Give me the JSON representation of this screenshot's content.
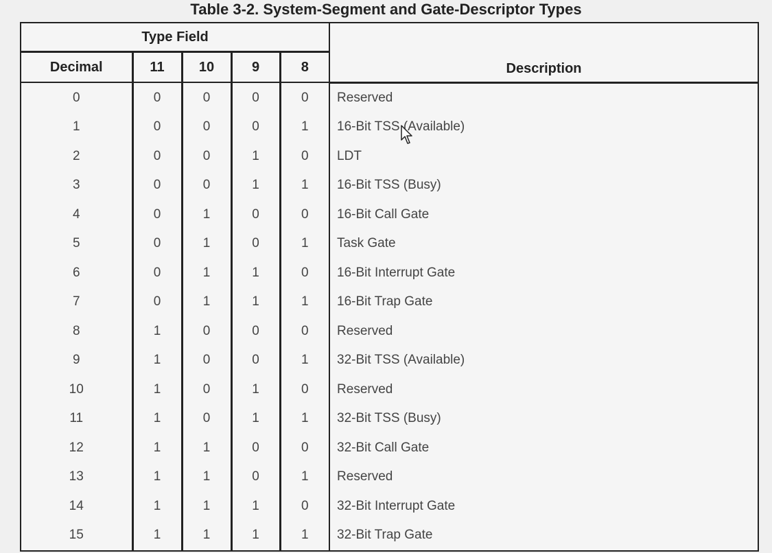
{
  "title": "Table 3-2.  System-Segment and Gate-Descriptor Types",
  "headers": {
    "group": "Type Field",
    "decimal": "Decimal",
    "bit11": "11",
    "bit10": "10",
    "bit9": "9",
    "bit8": "8",
    "description": "Description"
  },
  "rows": [
    {
      "dec": "0",
      "b11": "0",
      "b10": "0",
      "b9": "0",
      "b8": "0",
      "desc": "Reserved"
    },
    {
      "dec": "1",
      "b11": "0",
      "b10": "0",
      "b9": "0",
      "b8": "1",
      "desc": "16-Bit TSS (Available)"
    },
    {
      "dec": "2",
      "b11": "0",
      "b10": "0",
      "b9": "1",
      "b8": "0",
      "desc": "LDT"
    },
    {
      "dec": "3",
      "b11": "0",
      "b10": "0",
      "b9": "1",
      "b8": "1",
      "desc": "16-Bit TSS (Busy)"
    },
    {
      "dec": "4",
      "b11": "0",
      "b10": "1",
      "b9": "0",
      "b8": "0",
      "desc": "16-Bit Call Gate"
    },
    {
      "dec": "5",
      "b11": "0",
      "b10": "1",
      "b9": "0",
      "b8": "1",
      "desc": "Task Gate"
    },
    {
      "dec": "6",
      "b11": "0",
      "b10": "1",
      "b9": "1",
      "b8": "0",
      "desc": "16-Bit Interrupt Gate"
    },
    {
      "dec": "7",
      "b11": "0",
      "b10": "1",
      "b9": "1",
      "b8": "1",
      "desc": "16-Bit Trap Gate"
    },
    {
      "dec": "8",
      "b11": "1",
      "b10": "0",
      "b9": "0",
      "b8": "0",
      "desc": "Reserved"
    },
    {
      "dec": "9",
      "b11": "1",
      "b10": "0",
      "b9": "0",
      "b8": "1",
      "desc": "32-Bit TSS (Available)"
    },
    {
      "dec": "10",
      "b11": "1",
      "b10": "0",
      "b9": "1",
      "b8": "0",
      "desc": "Reserved"
    },
    {
      "dec": "11",
      "b11": "1",
      "b10": "0",
      "b9": "1",
      "b8": "1",
      "desc": "32-Bit TSS (Busy)"
    },
    {
      "dec": "12",
      "b11": "1",
      "b10": "1",
      "b9": "0",
      "b8": "0",
      "desc": "32-Bit Call Gate"
    },
    {
      "dec": "13",
      "b11": "1",
      "b10": "1",
      "b9": "0",
      "b8": "1",
      "desc": "Reserved"
    },
    {
      "dec": "14",
      "b11": "1",
      "b10": "1",
      "b9": "1",
      "b8": "0",
      "desc": "32-Bit Interrupt Gate"
    },
    {
      "dec": "15",
      "b11": "1",
      "b10": "1",
      "b9": "1",
      "b8": "1",
      "desc": "32-Bit Trap Gate"
    }
  ],
  "cursor": {
    "icon": "mouse-pointer-icon"
  }
}
